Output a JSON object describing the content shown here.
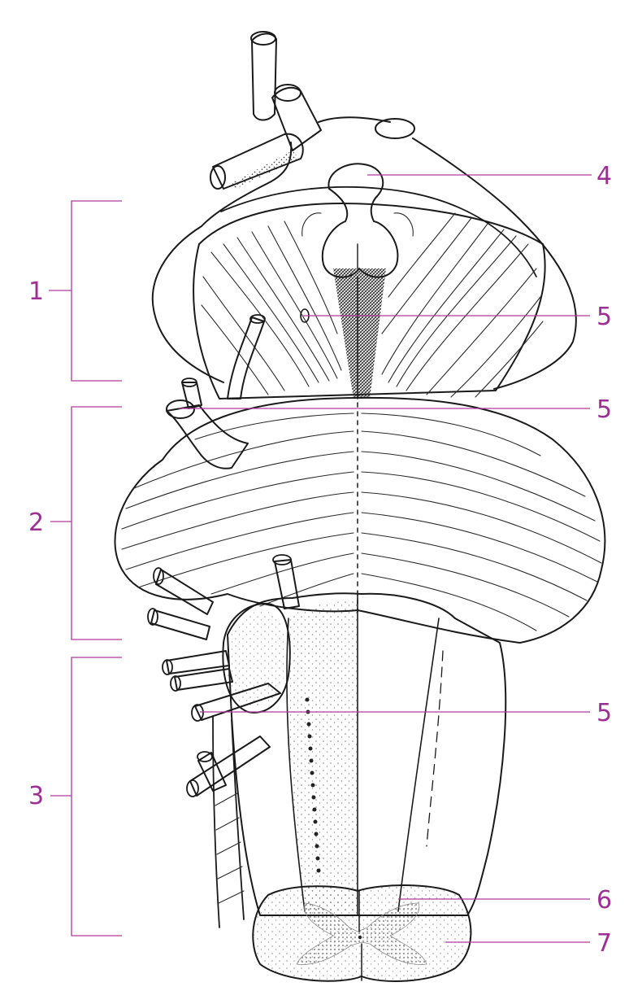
{
  "labels": {
    "bracket_1": "1",
    "bracket_2": "2",
    "bracket_3": "3",
    "label_4": "4",
    "label_5_top": "5",
    "label_5_middle": "5",
    "label_5_bottom": "5",
    "label_6": "6",
    "label_7": "7"
  },
  "colors": {
    "label": "#9b2f92",
    "leader": "#b03a9c",
    "ink": "#1a1a1a",
    "background": "#ffffff"
  }
}
